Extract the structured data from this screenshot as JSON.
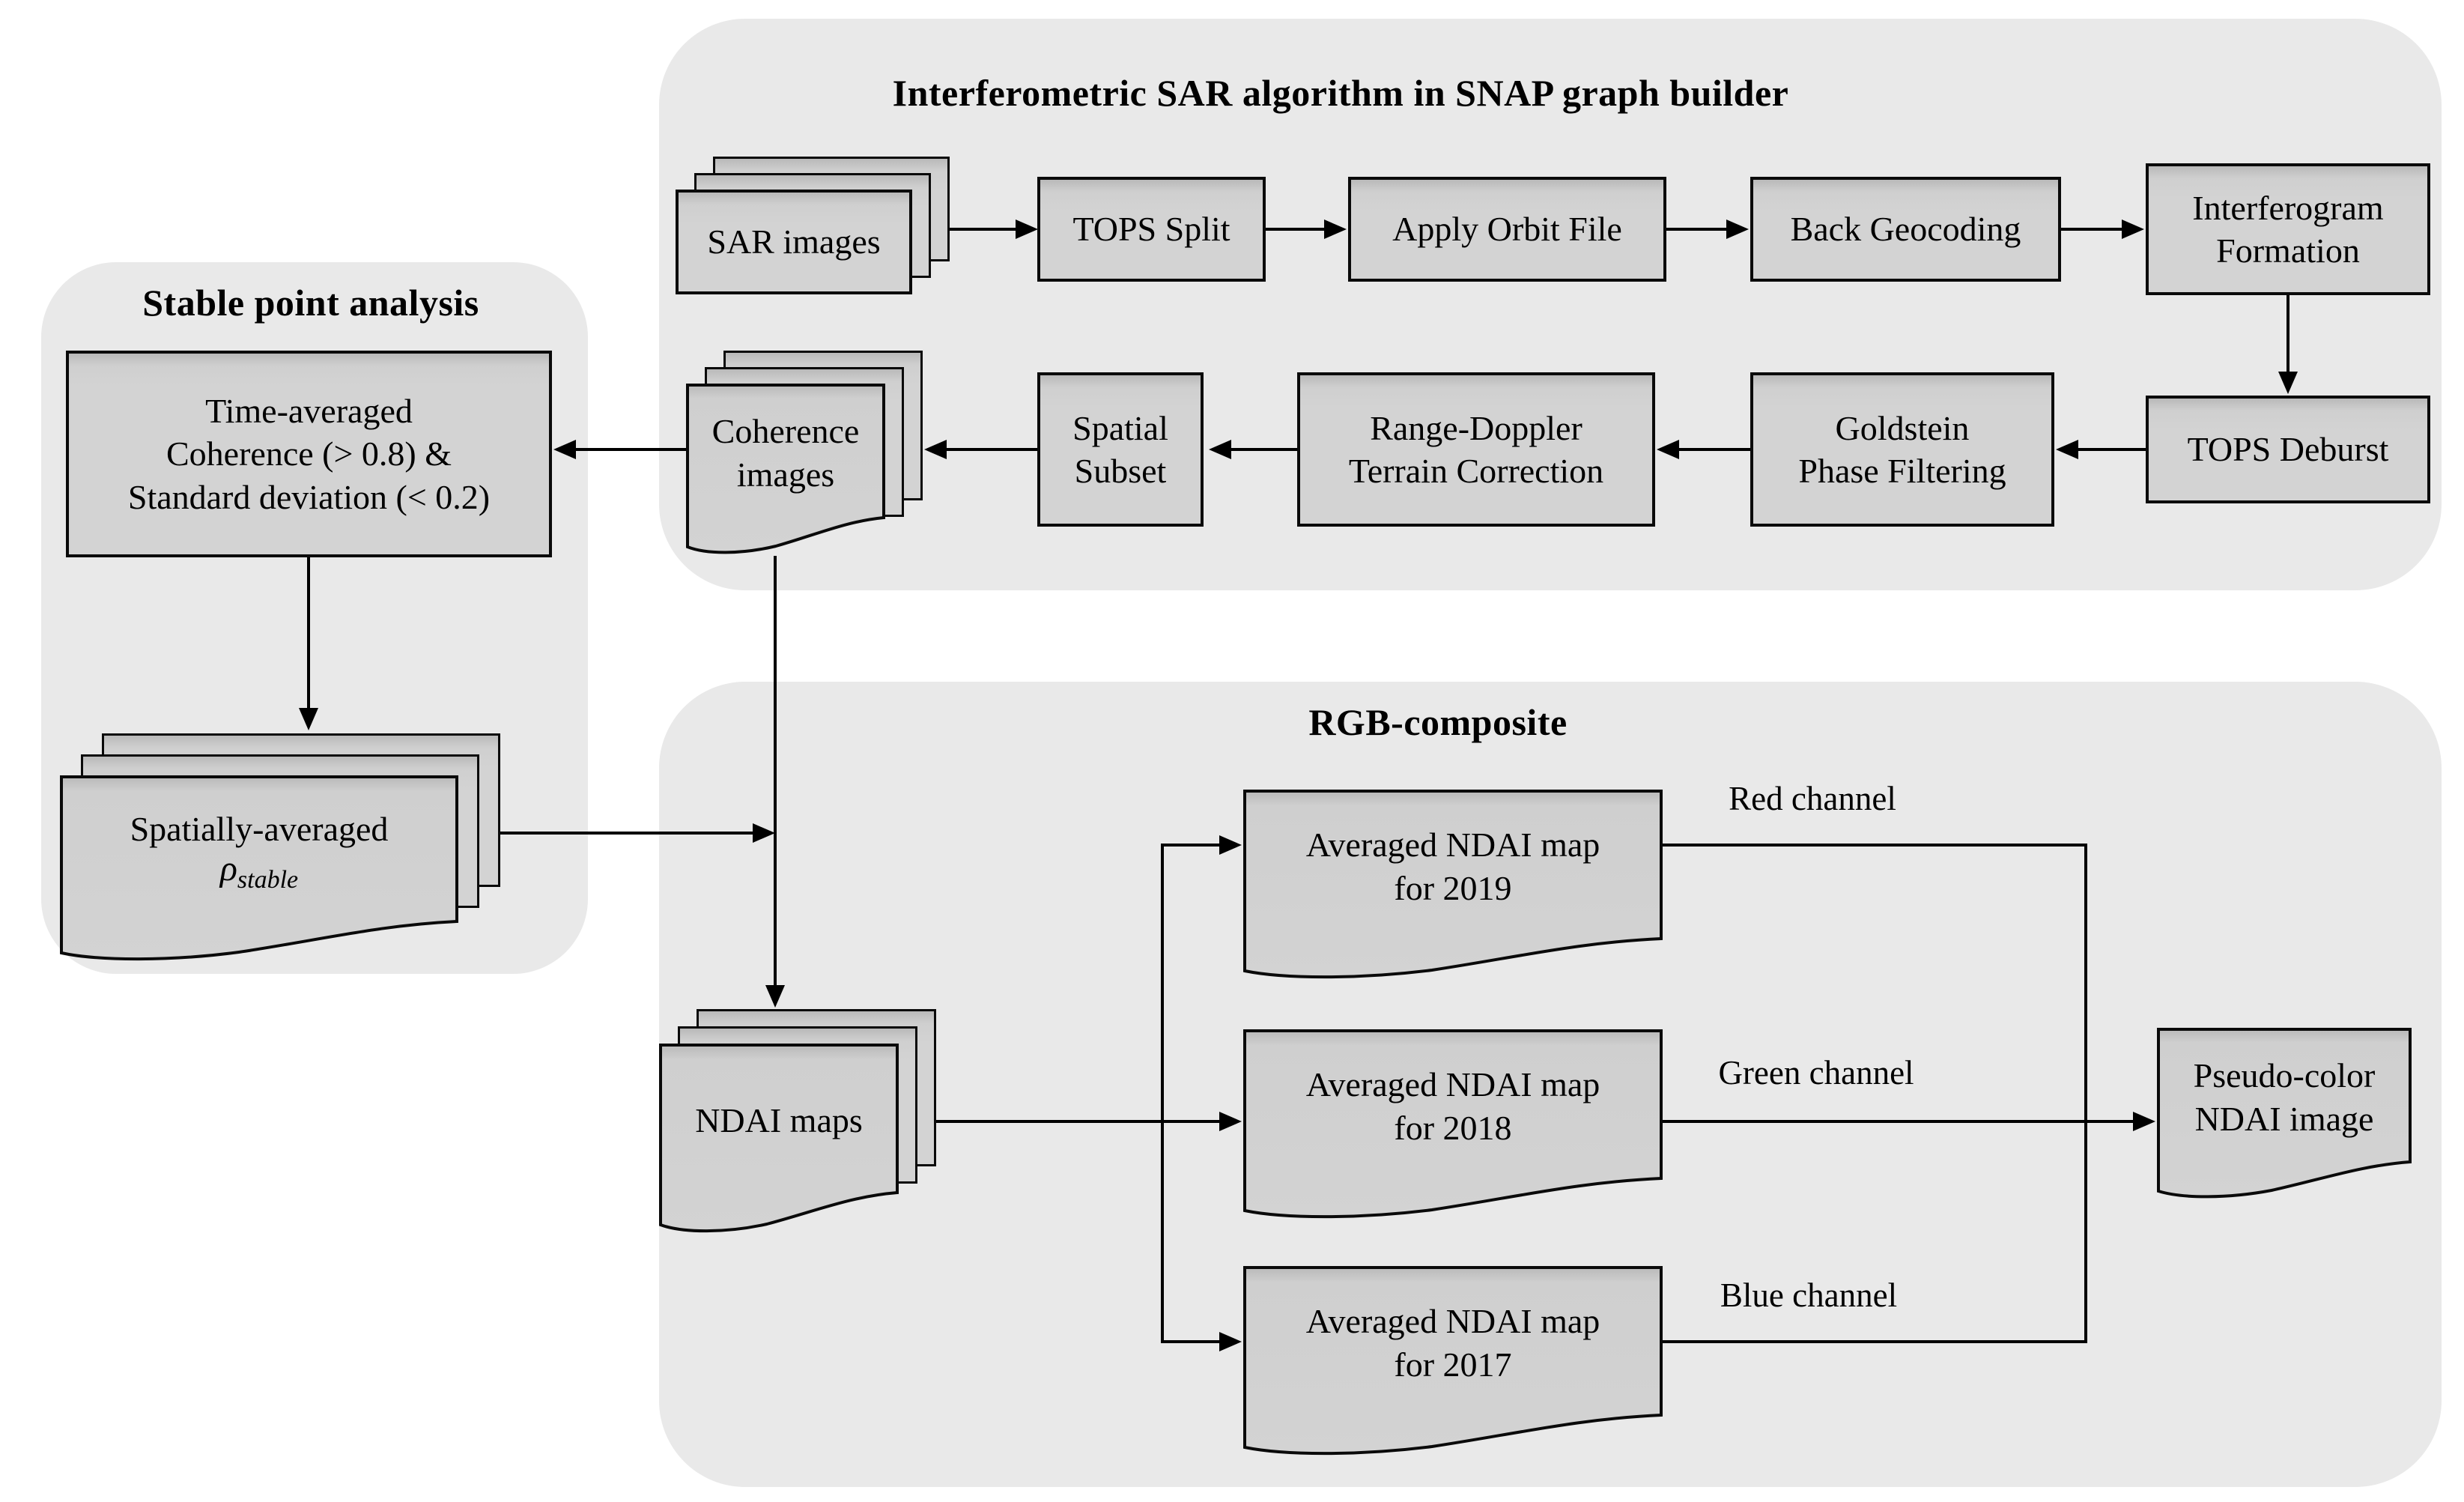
{
  "figure": {
    "sections": {
      "snap": {
        "title": "Interferometric SAR algorithm in SNAP graph builder"
      },
      "stable": {
        "title": "Stable point analysis"
      },
      "rgb": {
        "title": "RGB-composite"
      }
    },
    "nodes": {
      "sar_images": {
        "label": "SAR images"
      },
      "tops_split": {
        "label": "TOPS Split"
      },
      "apply_orbit_file": {
        "label": "Apply Orbit File"
      },
      "back_geocoding": {
        "label": "Back Geocoding"
      },
      "interferogram_formation": {
        "label": "Interferogram\nFormation"
      },
      "tops_deburst": {
        "label": "TOPS Deburst"
      },
      "goldstein_phase_filtering": {
        "label": "Goldstein\nPhase Filtering"
      },
      "range_doppler_terrain_correction": {
        "label": "Range-Doppler\nTerrain Correction"
      },
      "spatial_subset": {
        "label": "Spatial\nSubset"
      },
      "coherence_images": {
        "label": "Coherence\nimages"
      },
      "time_averaged_threshold": {
        "label": "Time-averaged\nCoherence (> 0.8) &\nStandard deviation (< 0.2)"
      },
      "spatially_averaged": {
        "label": "Spatially-averaged",
        "symbol": "ρ",
        "symbol_subscript": "stable"
      },
      "ndai_maps": {
        "label": "NDAI maps"
      },
      "ndai_2019": {
        "label": "Averaged NDAI map\nfor 2019"
      },
      "ndai_2018": {
        "label": "Averaged NDAI map\nfor 2018"
      },
      "ndai_2017": {
        "label": "Averaged NDAI map\nfor 2017"
      },
      "pseudo_color_ndai": {
        "label": "Pseudo-color\nNDAI image"
      }
    },
    "edge_labels": {
      "red": "Red channel",
      "green": "Green channel",
      "blue": "Blue channel"
    },
    "colors": {
      "background": "#ffffff",
      "container_fill": "#e9e9e9",
      "shape_fill": "#d3d3d3",
      "shape_fill_top": "#b9b9b9",
      "border": "#0a0a0a",
      "line": "#000000",
      "text": "#000000"
    }
  }
}
